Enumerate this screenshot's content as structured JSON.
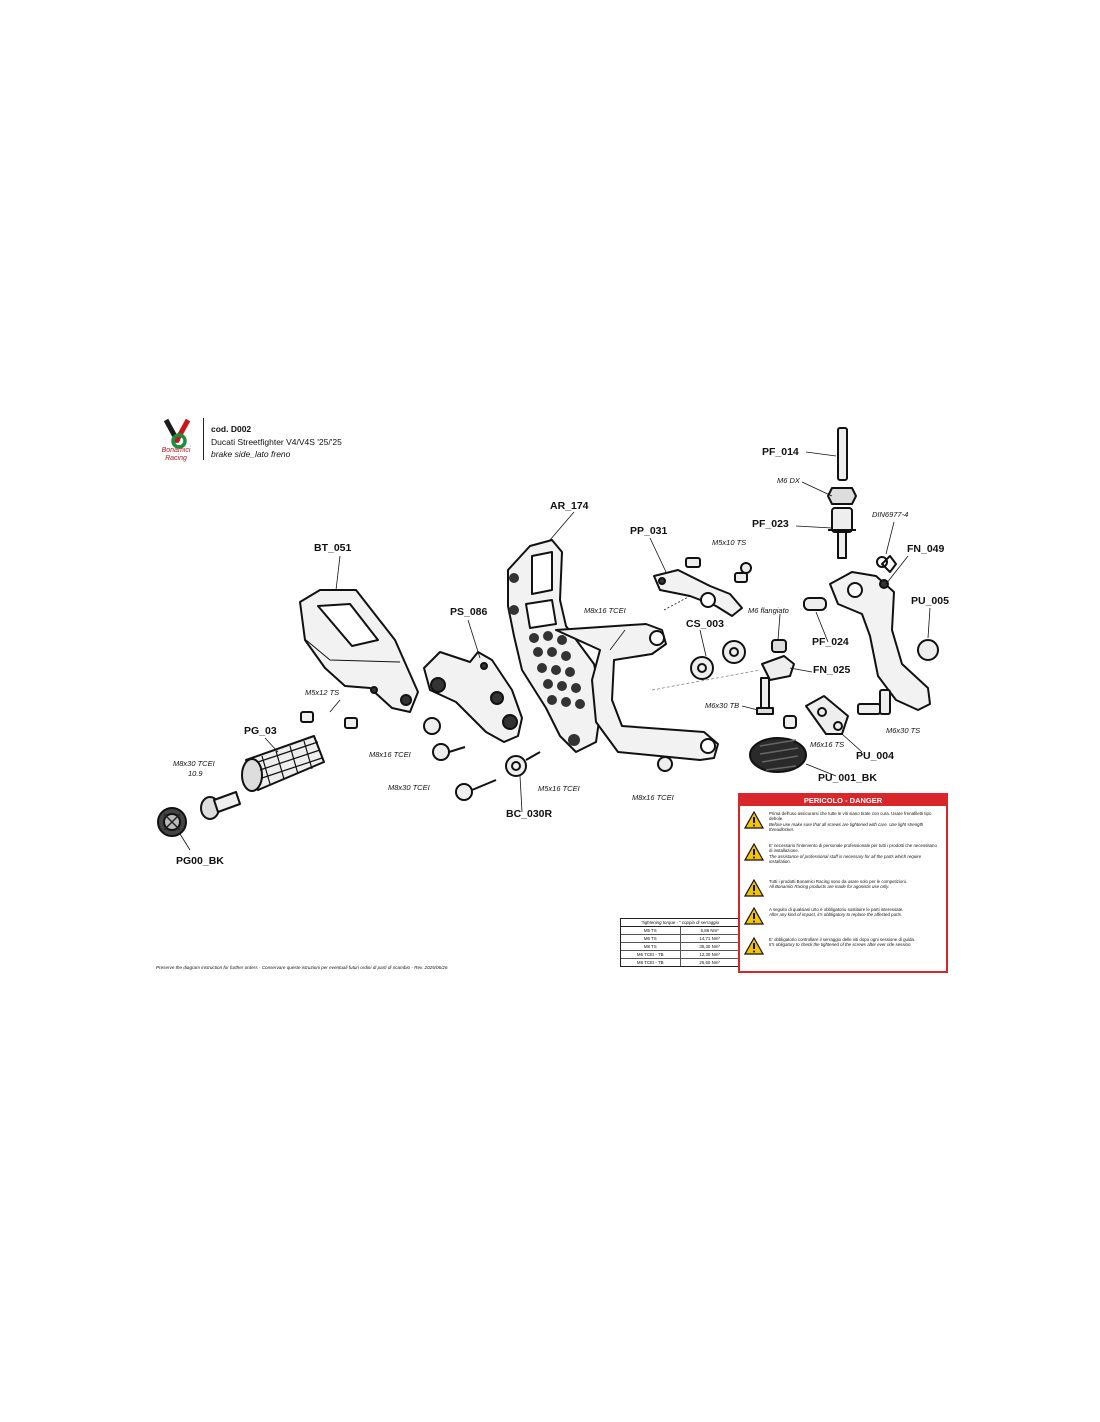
{
  "header": {
    "brand": "Bonamici Racing",
    "code": "cod. D002",
    "model": "Ducati Streetfighter V4/V4S '25/'25",
    "side": "brake side_lato freno"
  },
  "parts": {
    "bt_051": "BT_051",
    "pg_03": "PG_03",
    "pg00_bk": "PG00_BK",
    "ps_086": "PS_086",
    "ar_174": "AR_174",
    "bc_030r": "BC_030R",
    "pp_031": "PP_031",
    "cs_003": "CS_003",
    "pf_014": "PF_014",
    "pf_023": "PF_023",
    "fn_049": "FN_049",
    "pu_005": "PU_005",
    "pf_024": "PF_024",
    "fn_025": "FN_025",
    "pu_004": "PU_004",
    "pu_001_bk": "PU_001_BK"
  },
  "screws": {
    "m5x12_ts": "M5x12 TS",
    "m8x30_tcei_109_a": "M8x30 TCEI",
    "m8x30_tcei_109_b": "10.9",
    "m8x16_tcei_left": "M8x16 TCEI",
    "m8x30_tcei_mid": "M8x30 TCEI",
    "m5x16_tcei": "M5x16 TCEI",
    "m8x16_tcei_top": "M8x16 TCEI",
    "m8x16_tcei_bottom": "M8x16 TCEI",
    "m5x10_ts": "M5x10 TS",
    "m6_dx": "M6 DX",
    "din6977_4": "DIN6977-4",
    "m6_flangiato": "M6 flangiato",
    "m6x30_tb": "M6x30 TB",
    "m6x16_ts": "M6x16 TS",
    "m6x30_ts": "M6x30 TS"
  },
  "torque_table": {
    "header": "\"tightening torque - \" coppia di serraggio",
    "rows": [
      [
        "M5 TS",
        "6,86 Nm*"
      ],
      [
        "M6 TS",
        "14,71 Nm*"
      ],
      [
        "M8 TS",
        "35,30 Nm*"
      ],
      [
        "M6 TCEI - TB",
        "12,30 Nm*"
      ],
      [
        "M8 TCEI - TB",
        "25,50 Nm*"
      ]
    ]
  },
  "danger": {
    "title": "PERICOLO - DANGER",
    "items": [
      {
        "it": "Prima dell'uso assicurarsi che tutte le viti siano tirate con cura. Usare frenafiletti tipo debole.",
        "en": "Before use make sure that all screws are tightened with care. Use light strength threadlocker."
      },
      {
        "it": "E' necessario l'intervento di personale professionale per tutti i prodotti che necessitano di installazione.",
        "en": "The assistance of professional staff is necessary for all the parts which require installation."
      },
      {
        "it": "Tutti i prodotti Bonamici Racing sono da usare solo per le competizioni.",
        "en": "All Bonamici Racing products are made for agonistic use only."
      },
      {
        "it": "A seguito di qualsiasi urto è obbligatorio sostituire le parti interessate.",
        "en": "After any kind of impact, it's obbligatory to replace the affected parts."
      },
      {
        "it": "E' obbligatorio controllare il serraggio delle viti dopo ogni sessione di guida.",
        "en": "It's obligatory to check the tightened of the screws after ever ride session."
      }
    ]
  },
  "footer": "Preserve the diagram instruction for further orders - Conservare queste istruzioni per eventuali futuri ordini di parti di ricambio - Rev. 2025/06/26"
}
